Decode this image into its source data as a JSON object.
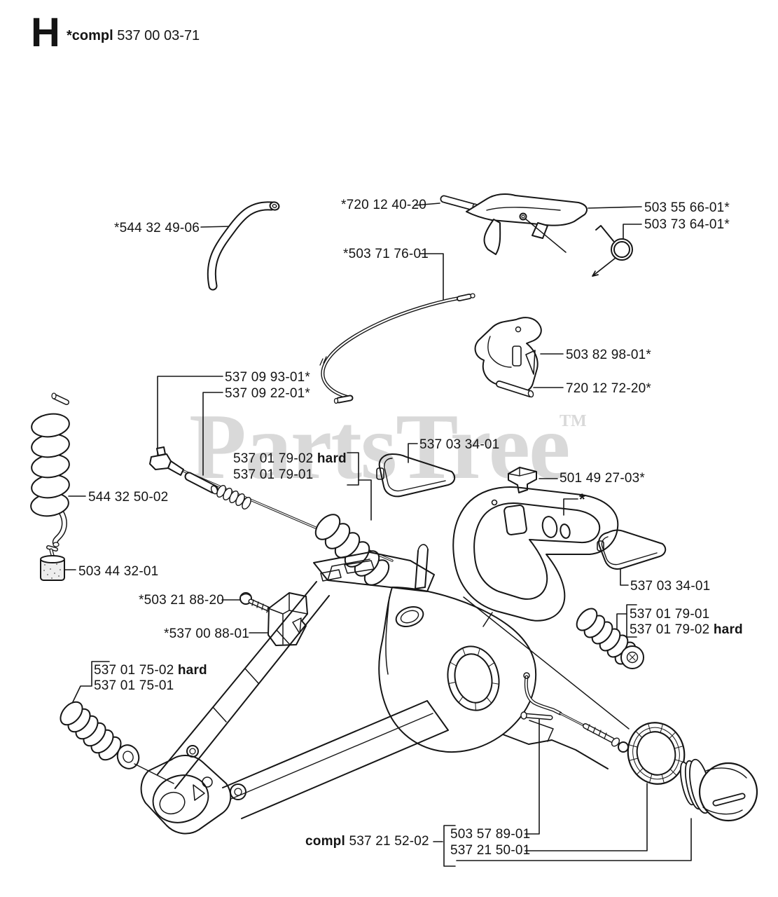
{
  "header": {
    "section_letter": "H",
    "compl_prefix": "*compl",
    "assembly_number": "537 00 03-71"
  },
  "watermark": {
    "text": "PartsTree",
    "tm": "TM"
  },
  "callouts": {
    "fuel_hose": "*544 32 49-06",
    "trigger_pin": "*720 12 40-20",
    "throttle_trigger": "503 55 66-01*",
    "torsion_spring": "503 73 64-01*",
    "throttle_cable": "*503 71 76-01",
    "throttle_lockout": "503 82 98-01*",
    "lockout_pin": "720 12 72-20*",
    "choke_rod_a": "537 09 93-01*",
    "choke_rod_b": "537 09 22-01*",
    "cover_left": "537 03 34-01",
    "damper_center_hard_num": "537 01 79-02",
    "damper_center_hard_tag": "hard",
    "damper_center_num": "537 01 79-01",
    "clip": "501 49 27-03*",
    "asterisk_note": "*",
    "fuel_hose_coil": "544 32 50-02",
    "fuel_filter": "503 44 32-01",
    "screw": "*503 21 88-20",
    "cover_right": "537 03 34-01",
    "damper_right_num": "537 01 79-01",
    "damper_right_hard_num": "537 01 79-02",
    "damper_right_hard_tag": "hard",
    "cable_bracket": "*537 00 88-01",
    "damper_left_hard_num": "537 01 75-02",
    "damper_left_hard_tag": "hard",
    "damper_left_num": "537 01 75-01",
    "compl_prefix": "compl",
    "compl_number": "537 21 52-02",
    "seal_ring": "503 57 89-01",
    "fuel_cap": "537 21 50-01"
  },
  "colors": {
    "line": "#161616",
    "watermark": "#d9d9d9",
    "background": "#ffffff"
  }
}
